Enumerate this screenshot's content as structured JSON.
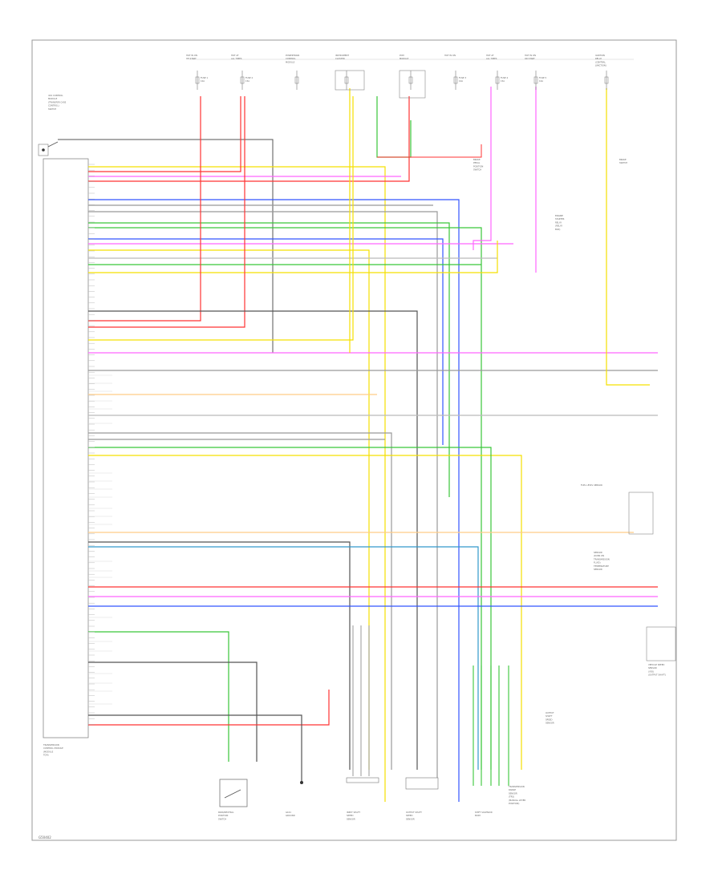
{
  "diagram": {
    "module_top_label": [
      "4X4 CONTROL",
      "MODULE",
      "(TRANSFER CASE",
      "CONTROL)",
      "SWITCH"
    ],
    "module_bottom_label": [
      "TRANSMISSION",
      "CONTROL MODULE",
      "(MODULE",
      "TCM)"
    ],
    "fuse_groups": [
      {
        "id": "f1",
        "title": [
          "HOT IN ON",
          "OR START"
        ],
        "fuse": "FUSE 1",
        "amp": "10A"
      },
      {
        "id": "f2",
        "title": [
          "HOT AT",
          "ALL TIMES"
        ],
        "fuse": "FUSE 2",
        "amp": "15A"
      },
      {
        "id": "f3",
        "title": [
          "POWERTRAIN",
          "CONTROL",
          "MODULE"
        ],
        "fuse": "",
        "amp": ""
      },
      {
        "id": "f4",
        "title": [
          "INSTRUMENT",
          "CLUSTER"
        ],
        "fuse": "",
        "amp": ""
      },
      {
        "id": "f5",
        "title": [
          "PCM",
          "MODULE"
        ],
        "fuse": "",
        "amp": ""
      },
      {
        "id": "f6",
        "title": [
          "HOT IN ON"
        ],
        "fuse": "FUSE 3",
        "amp": "10A"
      },
      {
        "id": "f7",
        "title": [
          "HOT AT",
          "ALL TIMES"
        ],
        "fuse": "FUSE 4",
        "amp": "15A"
      },
      {
        "id": "f8",
        "title": [
          "HOT IN ON",
          "OR START"
        ],
        "fuse": "FUSE 5",
        "amp": "10A"
      },
      {
        "id": "f9",
        "title": [
          "IGNITION",
          "RELAY",
          "(CENTRAL",
          "JUNCTION)"
        ],
        "fuse": "",
        "amp": ""
      }
    ],
    "right_labels": {
      "brake": [
        "BRAKE",
        "PEDAL",
        "POSITION",
        "SWITCH"
      ],
      "relay": [
        "ENGINE",
        "STARTER",
        "RELAY",
        "(RELAY",
        "BOX)"
      ],
      "pedal": [
        "BRAKE",
        "SWITCH"
      ],
      "fuel": [
        "FUEL LEVEL SENSOR"
      ],
      "sensor": [
        "SENSOR",
        "(RUNS ON",
        "TRANSMISSION",
        "FLUID)",
        "TEMPERATURE",
        "SENSOR"
      ],
      "output": [
        "OUTPUT",
        "SHAFT",
        "SPEED",
        "SENSOR"
      ],
      "vss": [
        "VEHICLE SPEED",
        "SENSOR",
        "(VSS)",
        "(OUTPUT SHAFT)"
      ],
      "shift_bottom": [
        "TRANSMISSION",
        "RANGE",
        "SENSOR",
        "(TRS)",
        "(MANUAL LEVER",
        "POSITION)"
      ]
    },
    "bottom_components": [
      {
        "id": "b1",
        "label": [
          "PARK/NEUTRAL",
          "POSITION",
          "SWITCH"
        ]
      },
      {
        "id": "b2",
        "label": [
          "G101",
          "GROUND"
        ]
      },
      {
        "id": "b3",
        "label": [
          "INPUT SHAFT",
          "SPEED",
          "SENSOR"
        ]
      },
      {
        "id": "b4",
        "label": [
          "OUTPUT SHAFT",
          "SPEED",
          "SENSOR"
        ]
      },
      {
        "id": "b5",
        "label": [
          "SHIFT SOLENOID",
          "BODY"
        ]
      }
    ],
    "footer": "G50402"
  }
}
